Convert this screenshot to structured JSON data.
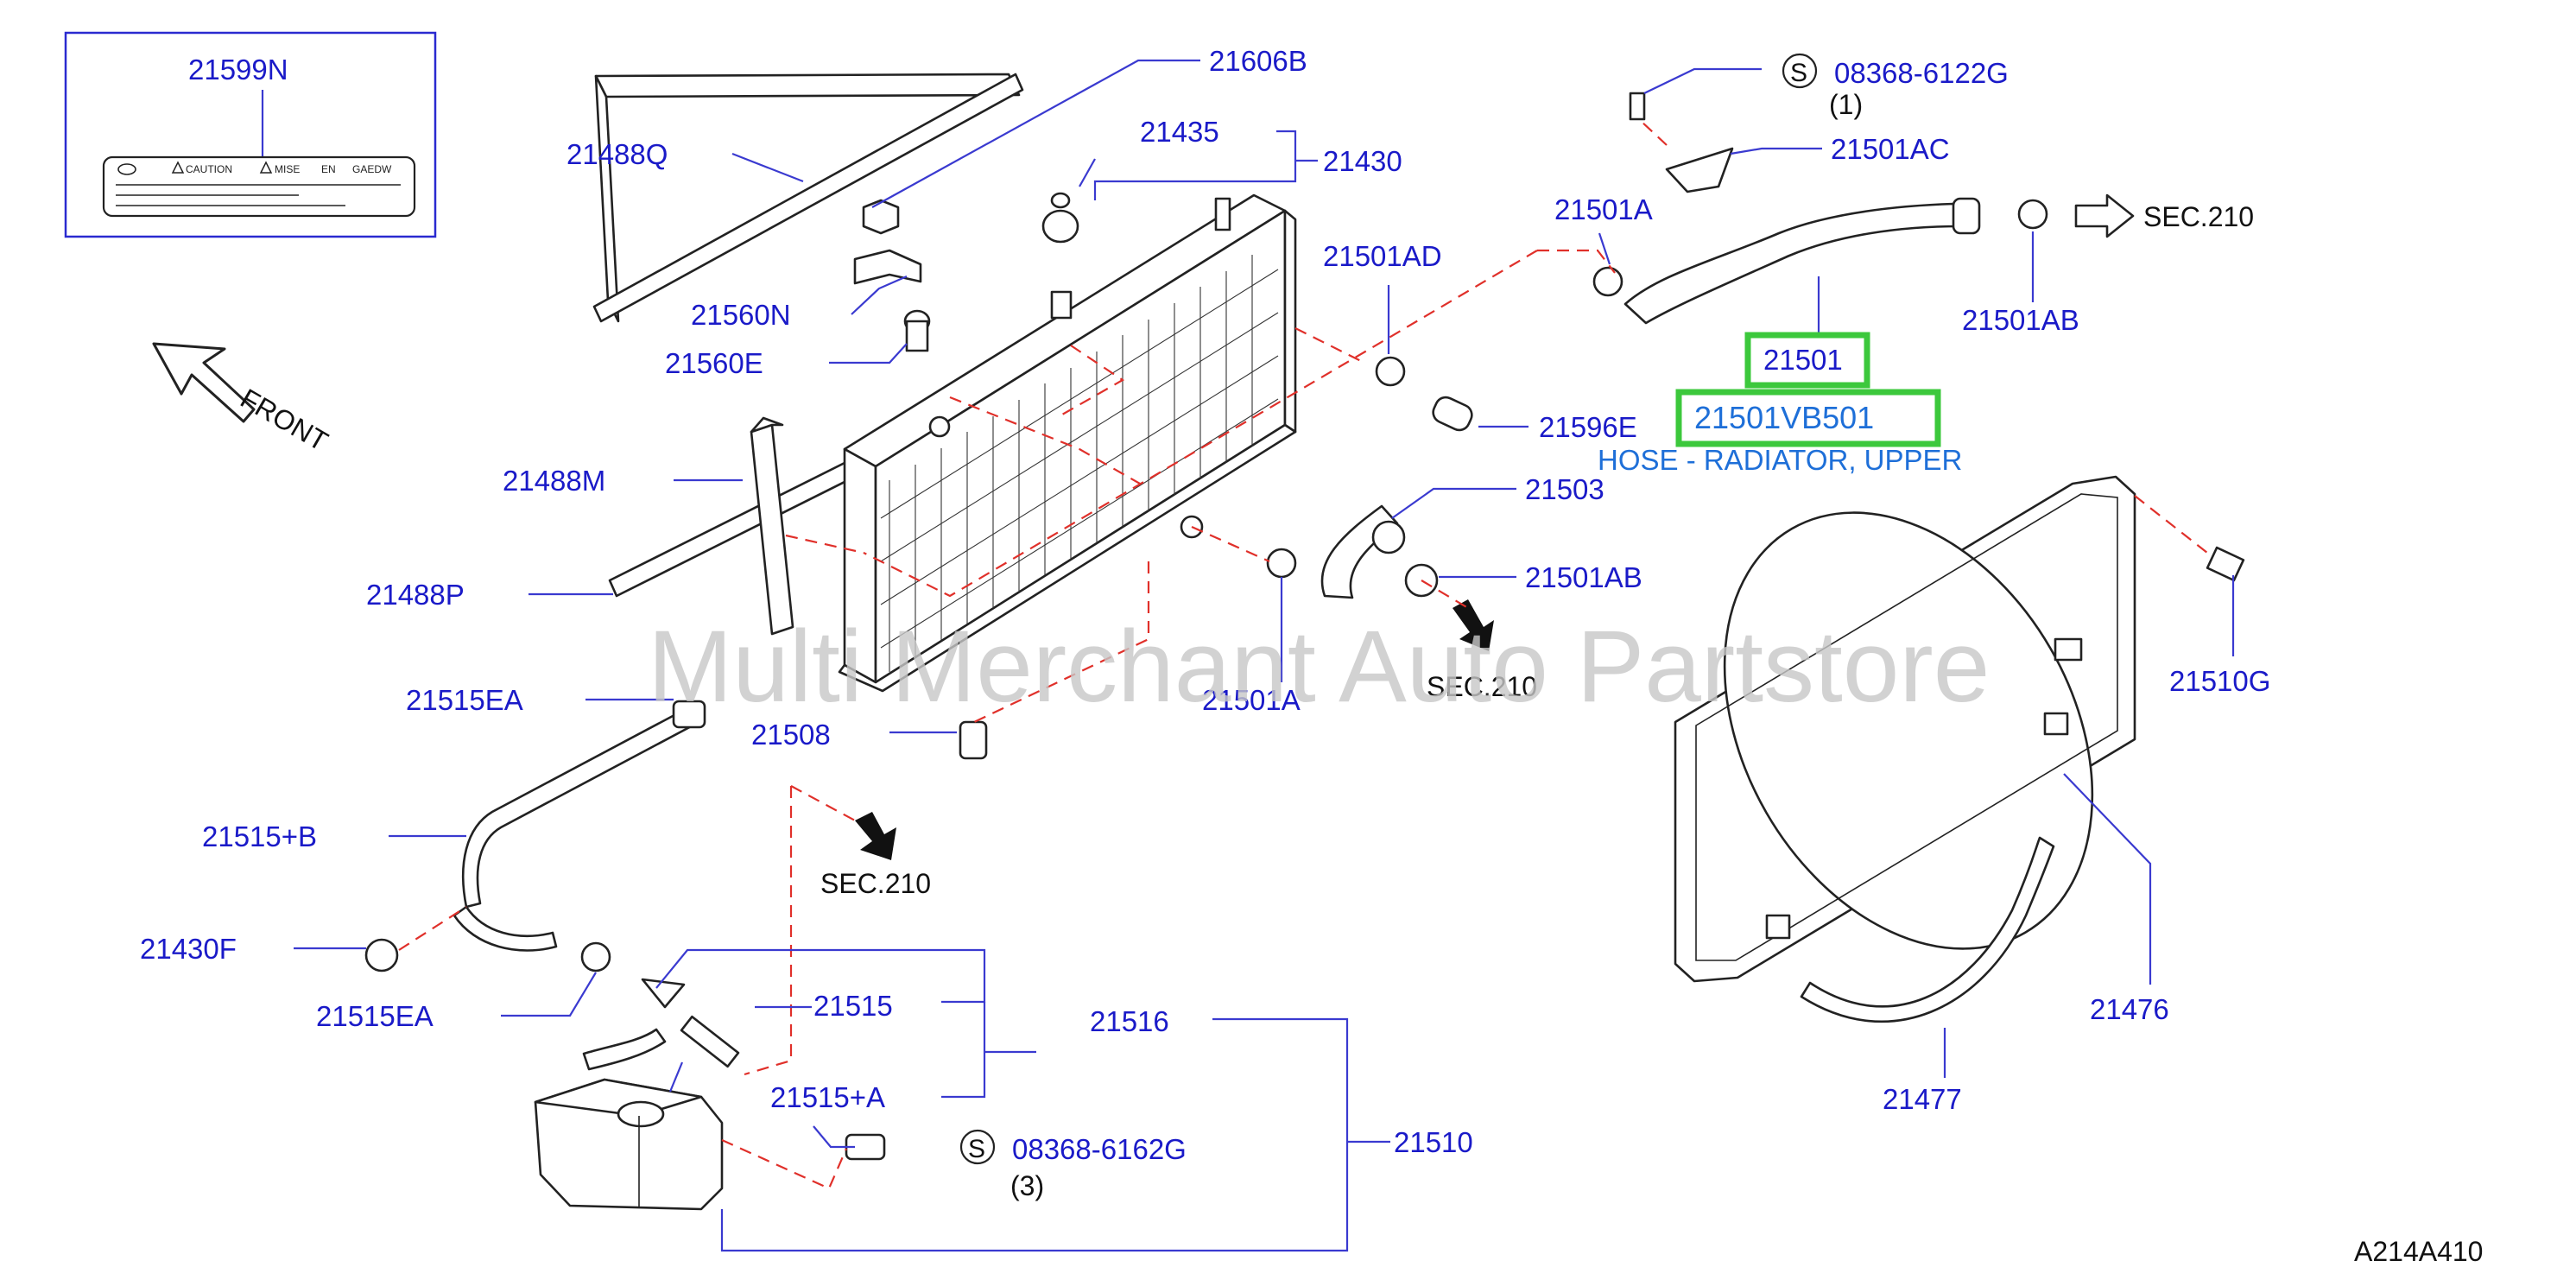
{
  "diagram": {
    "watermark": "Multi Merchant Auto Partstore",
    "diagram_code": "A214A410",
    "front_label": "FRONT",
    "highlighted_part": "21501",
    "highlighted_variant": "21501VB501",
    "highlighted_description": "HOSE - RADIATOR, UPPER",
    "label_box": {
      "part": "21599N",
      "caution": "CAUTION",
      "mise": "MISE",
      "en": "EN",
      "code": "GAEDW"
    },
    "screw_symbol": "S",
    "parts": {
      "p21606B": "21606B",
      "p21488Q": "21488Q",
      "p21435": "21435",
      "p21430": "21430",
      "p21560N": "21560N",
      "p21560E": "21560E",
      "p21488M": "21488M",
      "p21488P": "21488P",
      "p21515EA_top": "21515EA",
      "p21508": "21508",
      "p21515B": "21515+B",
      "p21430F": "21430F",
      "p21515EA_bottom": "21515EA",
      "p21515": "21515",
      "p21516": "21516",
      "p21515A": "21515+A",
      "p21510": "21510",
      "p08368_6162G": "08368-6162G",
      "qty_3": "(3)",
      "p21501AD": "21501AD",
      "p21501A_top": "21501A",
      "p21596E": "21596E",
      "p21503": "21503",
      "p21501AB_mid": "21501AB",
      "p21501A_bottom": "21501A",
      "p08368_6122G": "08368-6122G",
      "qty_1": "(1)",
      "p21501AC": "21501AC",
      "p21501AB_top": "21501AB",
      "p21510G": "21510G",
      "p21476": "21476",
      "p21477": "21477"
    },
    "sections": {
      "sec_top_right": "SEC.210",
      "sec_middle": "SEC.210",
      "sec_left": "SEC.210"
    },
    "colors": {
      "part_number": "#1a1ac8",
      "description": "#1e6fd8",
      "highlight_border": "#3cc83c",
      "dashed_line": "#e0302a",
      "watermark": "#c8c8c8"
    }
  }
}
